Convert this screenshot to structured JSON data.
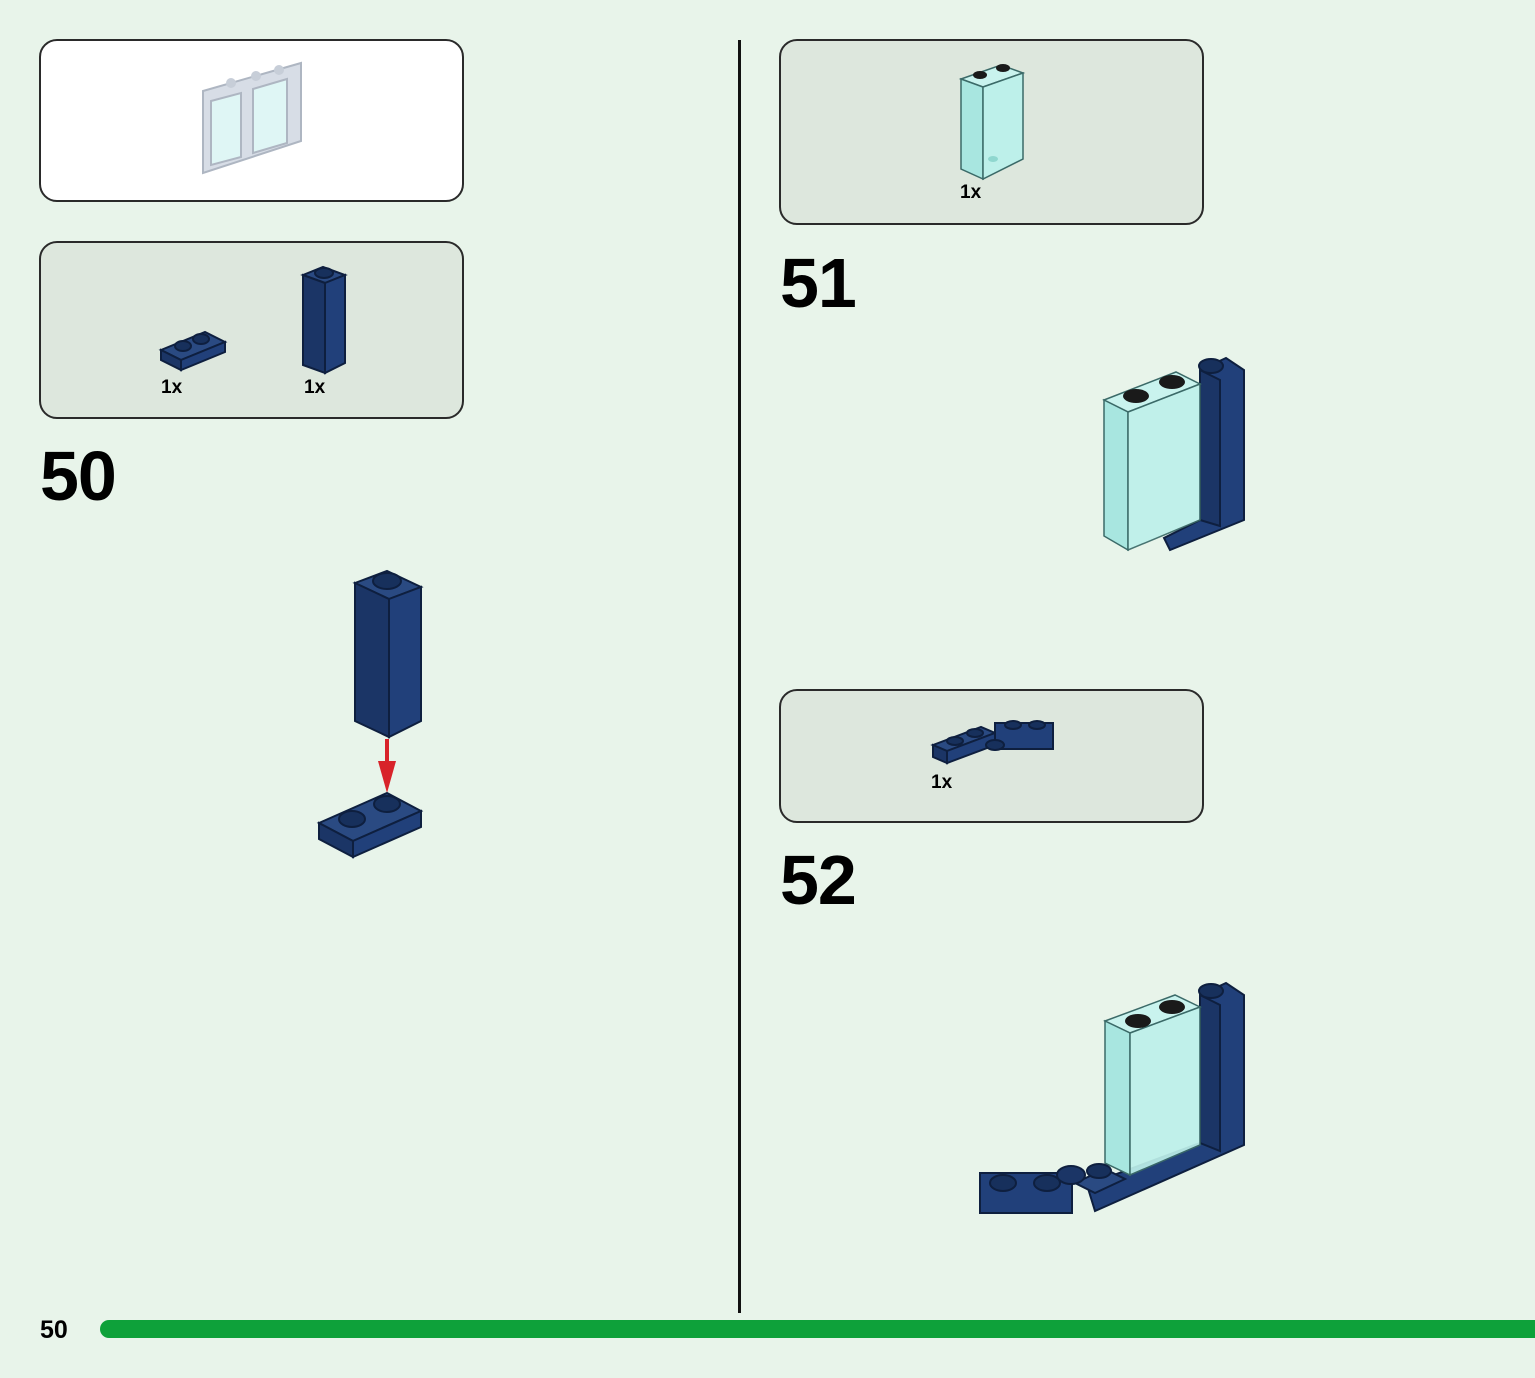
{
  "page": {
    "number": "50",
    "progress_fraction": 1.0
  },
  "colors": {
    "background": "#e8f4ea",
    "parts_panel": "#dde7dd",
    "brick_dark_blue": "#1f3a6b",
    "trans_light_blue": "#b9ece6",
    "arrow_red": "#d8232a",
    "progress_green": "#0ea13a"
  },
  "submodel_preview": {
    "icon": "grey-window-assembly-icon"
  },
  "step50": {
    "number": "50",
    "parts": [
      {
        "qty": "1x",
        "icon": "dark-blue-plate-1x2-icon"
      },
      {
        "qty": "1x",
        "icon": "dark-blue-brick-1x1x3-icon"
      }
    ]
  },
  "step51": {
    "number": "51",
    "parts": [
      {
        "qty": "1x",
        "icon": "trans-light-blue-panel-icon"
      }
    ]
  },
  "step52": {
    "number": "52",
    "parts": [
      {
        "qty": "1x",
        "icon": "dark-blue-hinge-plate-icon"
      }
    ]
  }
}
